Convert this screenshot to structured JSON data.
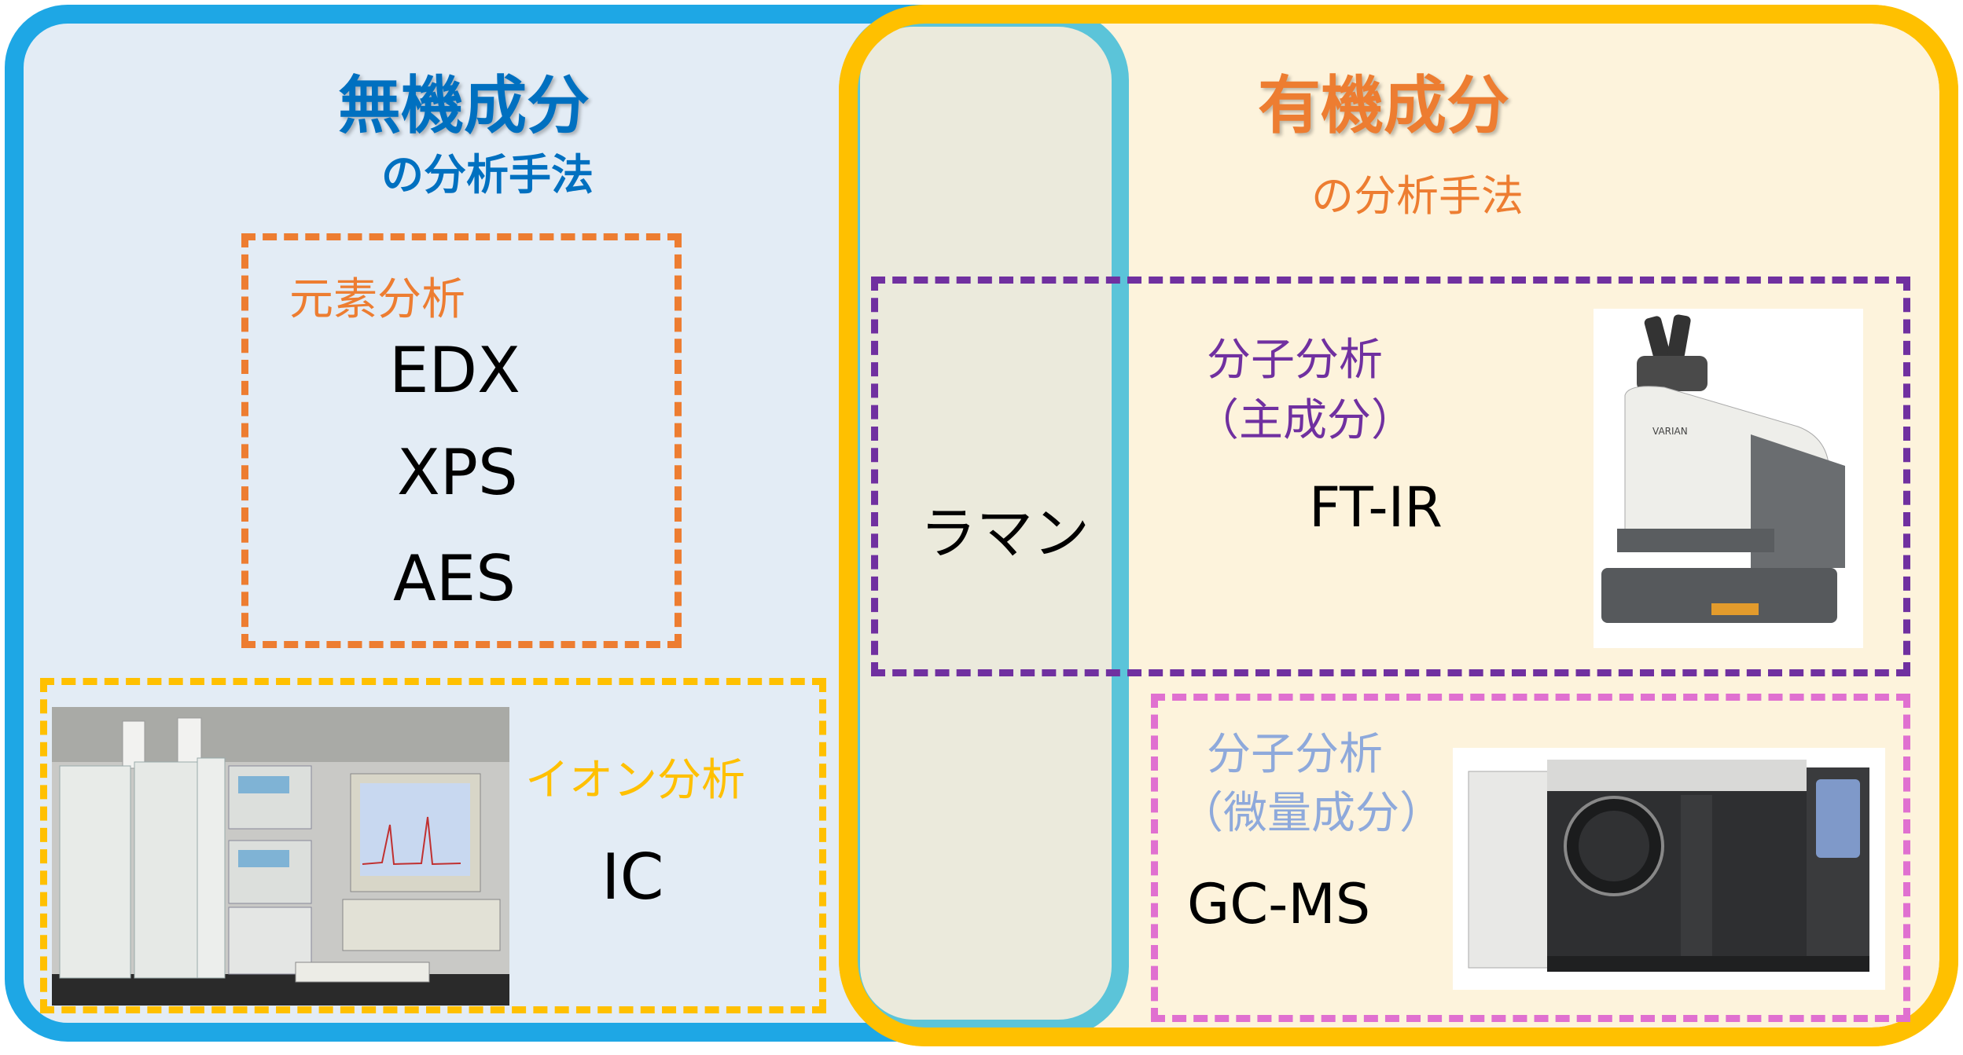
{
  "inorganic": {
    "title": "無機成分",
    "subtitle": "の分析手法",
    "element_analysis": {
      "label": "元素分析",
      "techniques": [
        "EDX",
        "XPS",
        "AES"
      ]
    },
    "ion_analysis": {
      "label": "イオン分析",
      "technique": "IC"
    }
  },
  "organic": {
    "title": "有機成分",
    "subtitle": "の分析手法",
    "molecular_main": {
      "label_line1": "分子分析",
      "label_line2": "（主成分）",
      "technique": "FT-IR"
    },
    "molecular_trace": {
      "label_line1": "分子分析",
      "label_line2": "（微量成分）",
      "technique": "GC-MS"
    }
  },
  "overlap": {
    "technique": "ラマン"
  },
  "colors": {
    "inorganic_border": "#1ea7e5",
    "organic_border": "#ffc000",
    "overlap_border": "#5bc4d9",
    "element_box": "#ed7d31",
    "ion_box": "#ffc000",
    "molecular_main_box": "#7030a0",
    "molecular_trace_box": "#e070d0"
  }
}
